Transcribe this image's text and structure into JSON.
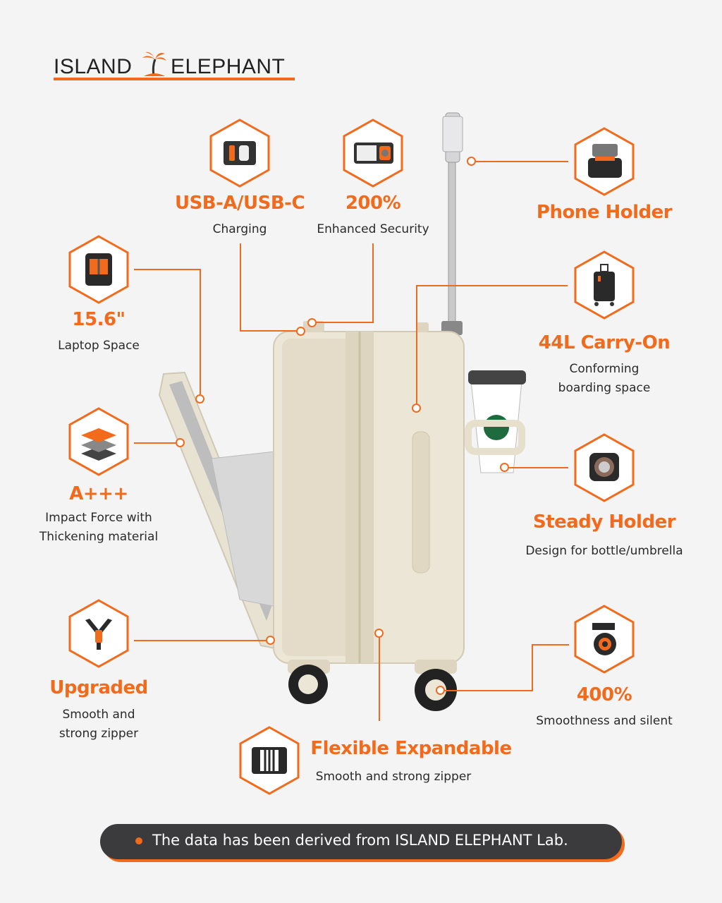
{
  "brand": {
    "left": "ISLAND",
    "right": "ELEPHANT"
  },
  "features": {
    "usb": {
      "title": "USB-A/USB-C",
      "desc": "Charging"
    },
    "security": {
      "title": "200%",
      "desc": "Enhanced Security"
    },
    "phone": {
      "title": "Phone Holder"
    },
    "laptop": {
      "title": "15.6\"",
      "desc": "Laptop Space"
    },
    "carryon": {
      "title": "44L Carry-On",
      "desc1": "Conforming",
      "desc2": "boarding space"
    },
    "impact": {
      "title": "A+++",
      "desc1": "Impact Force with",
      "desc2": "Thickening material"
    },
    "steady": {
      "title": "Steady Holder",
      "desc": "Design for bottle/umbrella"
    },
    "zipper": {
      "title": "Upgraded",
      "desc1": "Smooth and",
      "desc2": "strong zipper"
    },
    "wheels": {
      "title": "400%",
      "desc": "Smoothness and silent"
    },
    "expand": {
      "title": "Flexible Expandable",
      "desc": "Smooth and strong zipper"
    }
  },
  "footer": {
    "text": "The data has been derived from ISLAND ELEPHANT Lab."
  },
  "colors": {
    "accent": "#f26a1b",
    "dark": "#3b3b3d",
    "background": "#f4f4f4"
  }
}
